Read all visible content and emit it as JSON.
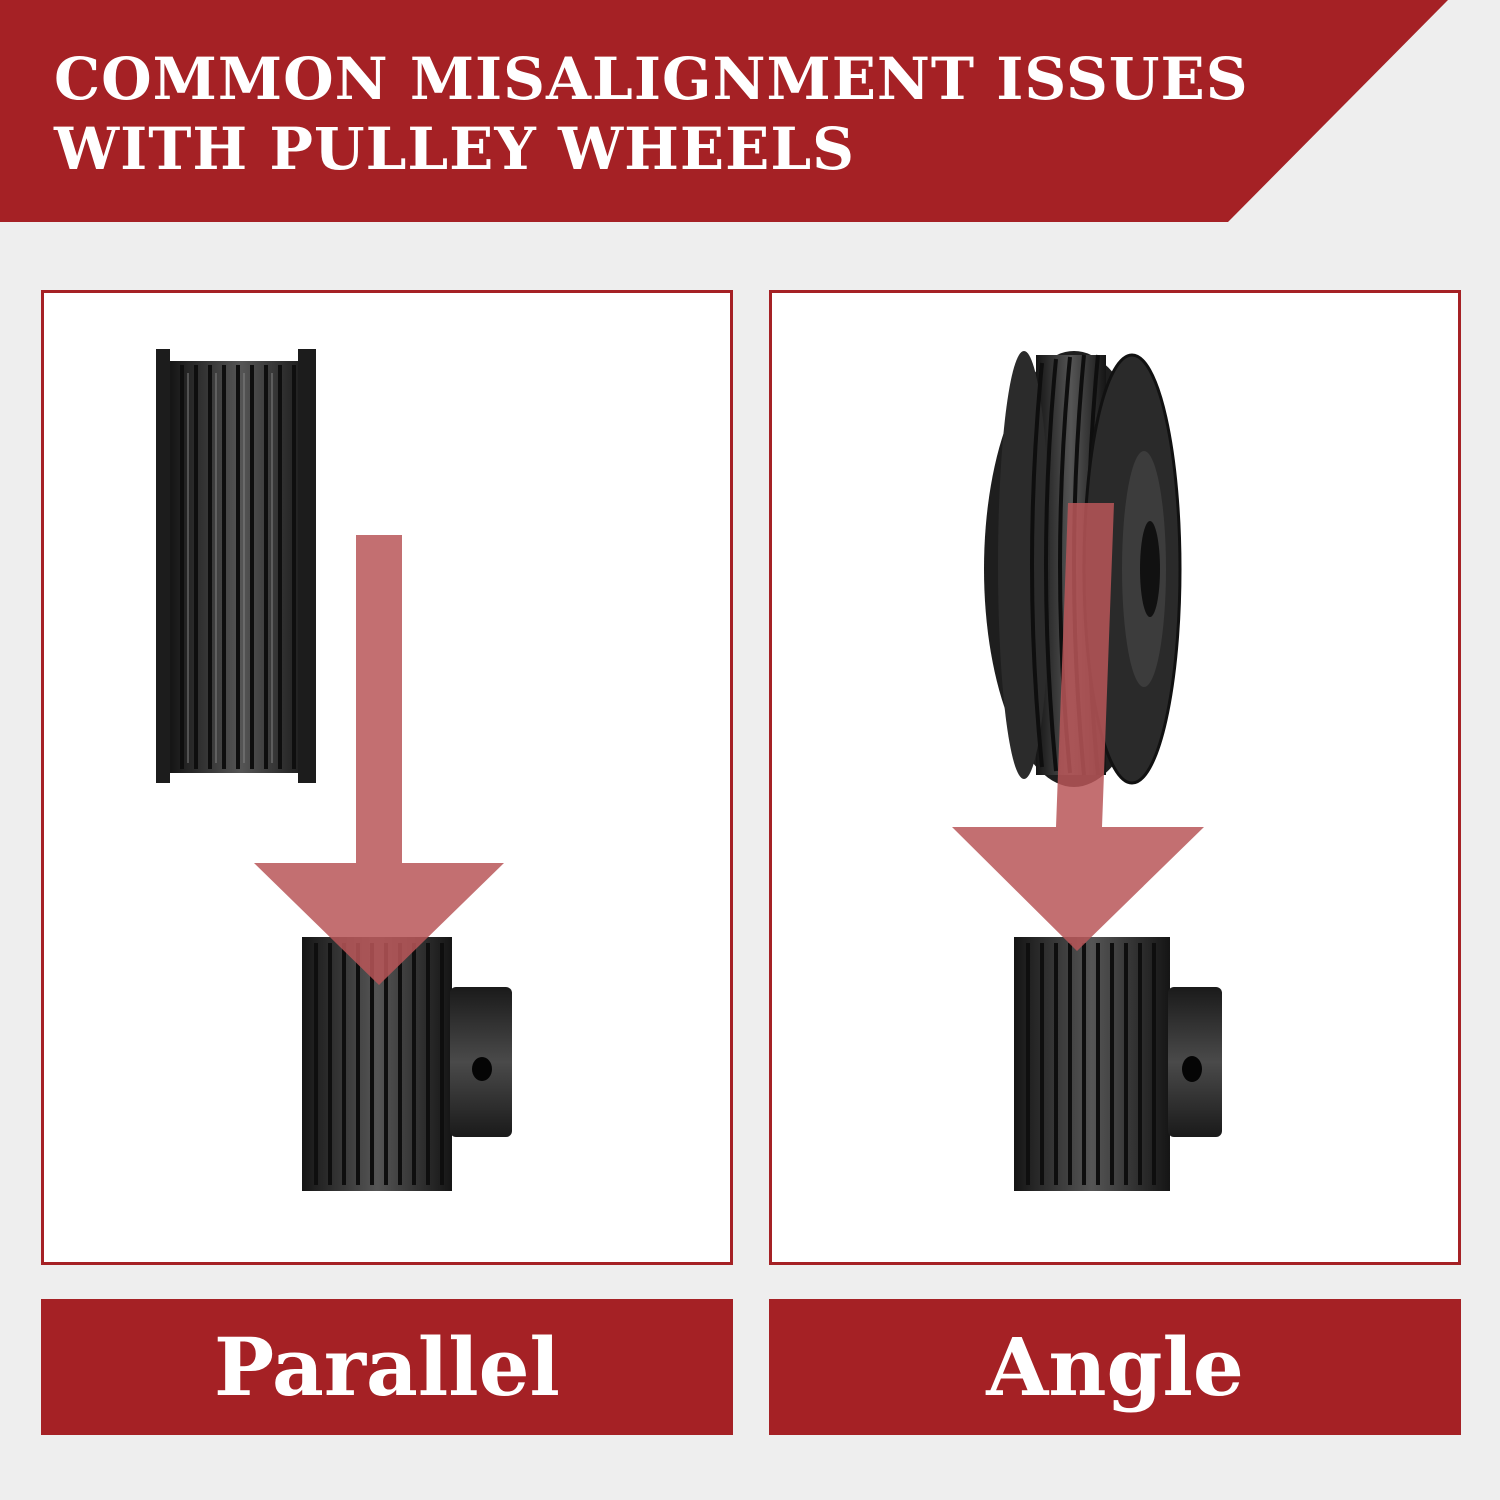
{
  "header": {
    "title_line1": "COMMON MISALIGNMENT ISSUES",
    "title_line2": "WITH PULLEY WHEELS",
    "background_color": "#a52125",
    "text_color": "#ffffff"
  },
  "panels": [
    {
      "label": "Parallel"
    },
    {
      "label": "Angle"
    }
  ],
  "colors": {
    "accent": "#a52125",
    "arrow": "#c0605f",
    "page_background": "#eeeeee",
    "pulley": "#2a2a2a"
  },
  "icons": [
    "large-pulley-icon",
    "small-pulley-icon",
    "arrow-down-icon"
  ]
}
